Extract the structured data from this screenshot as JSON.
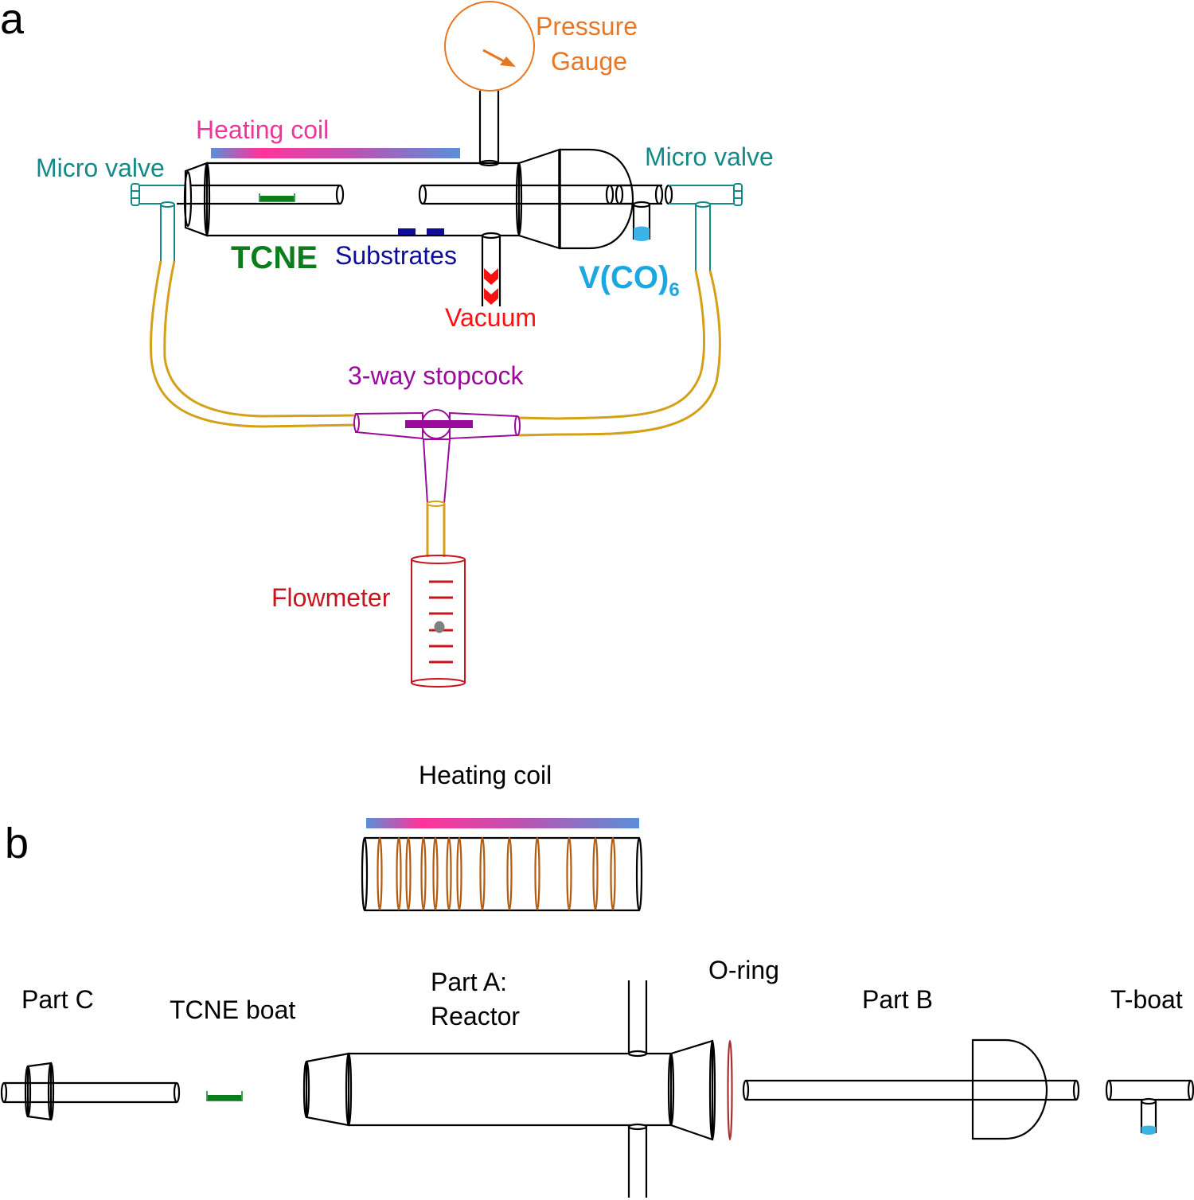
{
  "figure": {
    "panel_a": {
      "letter": "a",
      "labels": {
        "pressure_gauge_line1": "Pressure",
        "pressure_gauge_line2": "Gauge",
        "heating_coil": "Heating coil",
        "micro_valve_left": "Micro valve",
        "micro_valve_right": "Micro valve",
        "tcne": "TCNE",
        "substrates": "Substrates",
        "vcо6_main": "V(CO)",
        "vco6_sub": "6",
        "vacuum": "Vacuum",
        "stopcock": "3-way stopcock",
        "flowmeter": "Flowmeter"
      }
    },
    "panel_b": {
      "letter": "b",
      "labels": {
        "heating_coil": "Heating coil",
        "part_c": "Part C",
        "tcne_boat": "TCNE boat",
        "part_a_line1": "Part A:",
        "part_a_line2": "Reactor",
        "o_ring": "O-ring",
        "part_b": "Part B",
        "t_boat": "T-boat"
      }
    },
    "colors": {
      "pressure_gauge": "#e87722",
      "heating_coil_text": "#f0359a",
      "heating_gradient": [
        "#5b8fd8",
        "#ff3399",
        "#5b8fd8"
      ],
      "micro_valve": "#138a88",
      "tcne": "#0b7d1c",
      "substrates": "#0d0d9a",
      "vco6": "#1ba8e0",
      "vacuum": "#ff1010",
      "stopcock": "#9b0b9b",
      "flowmeter": "#c8141e",
      "tubing": "#d4a017",
      "coil_windings": "#b25c12",
      "o_ring": "#a83232"
    }
  }
}
